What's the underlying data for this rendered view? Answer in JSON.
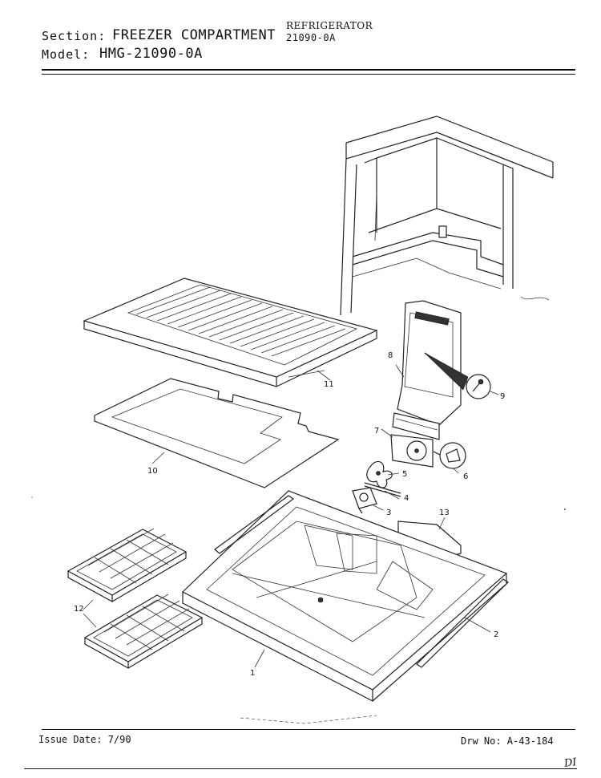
{
  "header": {
    "section_label": "Section:",
    "section_value": "FREEZER COMPARTMENT",
    "model_label": "Model:",
    "model_value": "HMG-21090-0A",
    "product_name": "REFRIGERATOR",
    "product_number": "21090-0A"
  },
  "footer": {
    "issue_date": "Issue Date: 7/90",
    "drawing_number": "Drw No: A-43-184",
    "initials": "DI"
  },
  "callouts": {
    "c1": "1",
    "c2": "2",
    "c3": "3",
    "c4": "4",
    "c5": "5",
    "c6": "6",
    "c7": "7",
    "c8": "8",
    "c9": "9",
    "c10": "10",
    "c11": "11",
    "c12": "12",
    "c13": "13"
  }
}
